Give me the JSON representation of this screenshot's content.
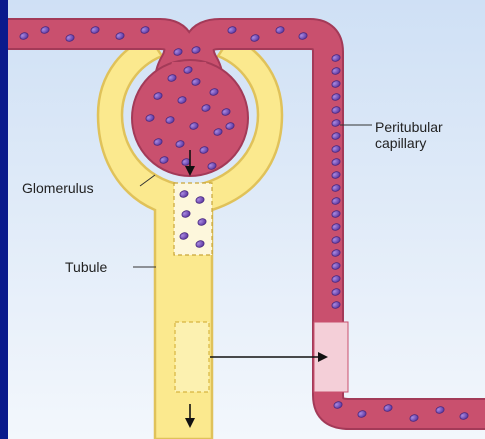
{
  "labels": {
    "glomerulus": "Glomerulus",
    "tubule": "Tubule",
    "peritubular_line1": "Peritubular",
    "peritubular_line2": "capillary"
  },
  "colors": {
    "frame": "#0a1a8c",
    "panel_top": "#cfe0f5",
    "panel_bottom": "#f3f7fc",
    "vessel_fill": "#c9506e",
    "vessel_stroke": "#a33a58",
    "tubule_fill": "#fbe98e",
    "tubule_stroke": "#e0c25a",
    "cell_fill": "#7d4fb8",
    "cell_stroke": "#4a2a80",
    "box_fill": "#f4cfd8"
  }
}
